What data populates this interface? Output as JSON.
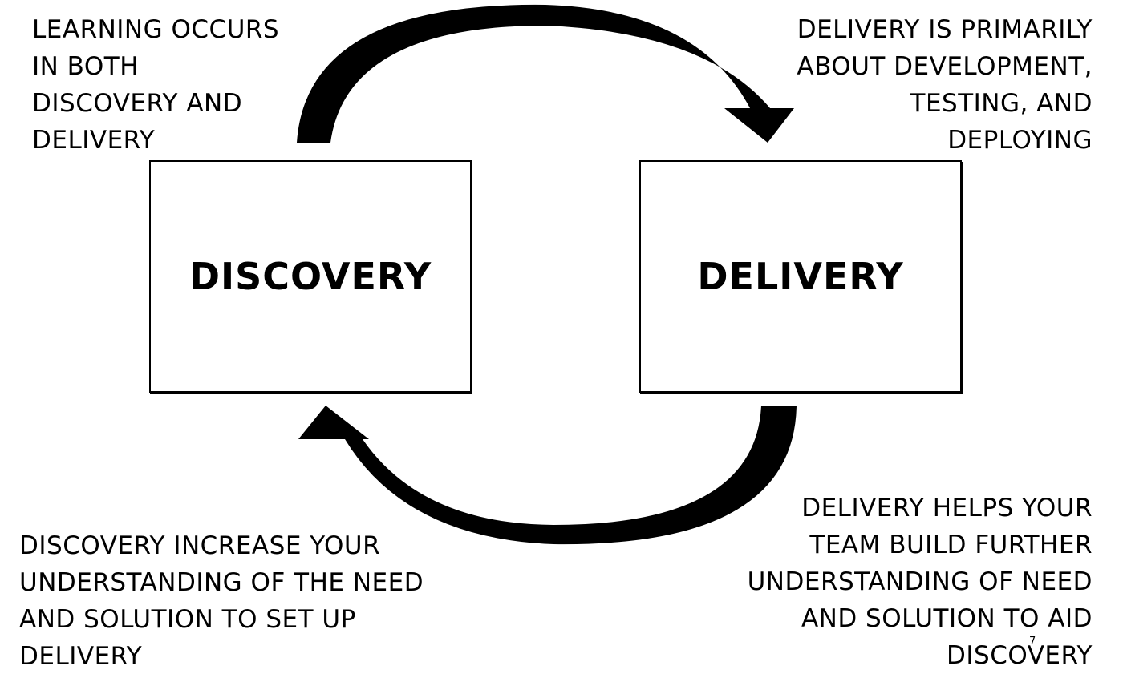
{
  "boxes": {
    "discovery": "DISCOVERY",
    "delivery": "DELIVERY"
  },
  "notes": {
    "top_left": [
      "LEARNING OCCURS",
      "IN BOTH",
      "DISCOVERY AND",
      "DELIVERY"
    ],
    "top_right": [
      "DELIVERY IS PRIMARILY",
      "ABOUT DEVELOPMENT,",
      "TESTING, AND",
      "DEPLOYING"
    ],
    "bottom_left": [
      "DISCOVERY INCREASE YOUR",
      "UNDERSTANDING OF THE NEED",
      "AND SOLUTION TO SET UP",
      "DELIVERY"
    ],
    "bottom_right": [
      "DELIVERY HELPS YOUR",
      "TEAM BUILD FURTHER",
      "UNDERSTANDING OF NEED",
      "AND SOLUTION TO AID",
      "DISCOVERY"
    ]
  },
  "page_number": "7",
  "colors": {
    "ink": "#000000",
    "background": "#ffffff"
  }
}
